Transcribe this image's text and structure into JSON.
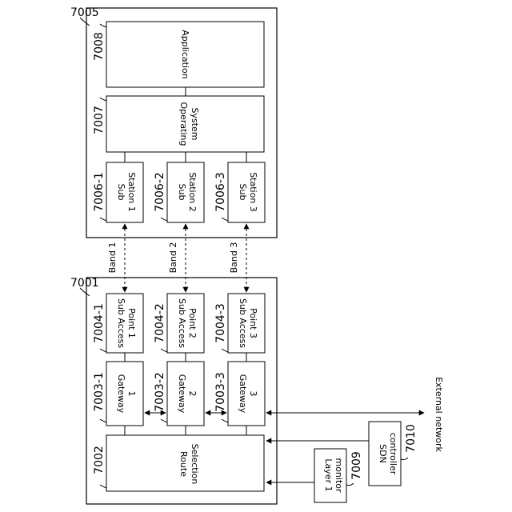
{
  "terminal": {
    "ref": "7005",
    "application": {
      "ref": "7008",
      "label": [
        "Application"
      ]
    },
    "os": {
      "ref": "7007",
      "label": [
        "Operating",
        "System"
      ]
    },
    "sub_stations": [
      {
        "ref": "7006-1",
        "label": [
          "Sub",
          "Station 1"
        ]
      },
      {
        "ref": "7006-2",
        "label": [
          "Sub",
          "Station 2"
        ]
      },
      {
        "ref": "7006-3",
        "label": [
          "Sub",
          "Station 3"
        ]
      }
    ]
  },
  "bands": [
    "Band 1",
    "Band 2",
    "Band 3"
  ],
  "access_point": {
    "ref": "7001",
    "sub_access_points": [
      {
        "ref": "7004-1",
        "label": [
          "Sub Access",
          "Point 1"
        ]
      },
      {
        "ref": "7004-2",
        "label": [
          "Sub Access",
          "Point 2"
        ]
      },
      {
        "ref": "7004-3",
        "label": [
          "Sub Access",
          "Point 3"
        ]
      }
    ],
    "gateways": [
      {
        "ref": "7003-1",
        "label": [
          "Gateway",
          "1"
        ]
      },
      {
        "ref": "7003-2",
        "label": [
          "Gateway",
          "2"
        ]
      },
      {
        "ref": "7003-3",
        "label": [
          "Gateway",
          "3"
        ]
      }
    ],
    "route_selection": {
      "ref": "7002",
      "label": [
        "Route",
        "Selection"
      ]
    }
  },
  "layer1_monitor": {
    "ref": "7009",
    "label": [
      "Layer 1",
      "monitor"
    ]
  },
  "sdn_controller": {
    "ref": "7010",
    "label": [
      "SDN",
      "controller"
    ]
  },
  "external_network": "External network"
}
